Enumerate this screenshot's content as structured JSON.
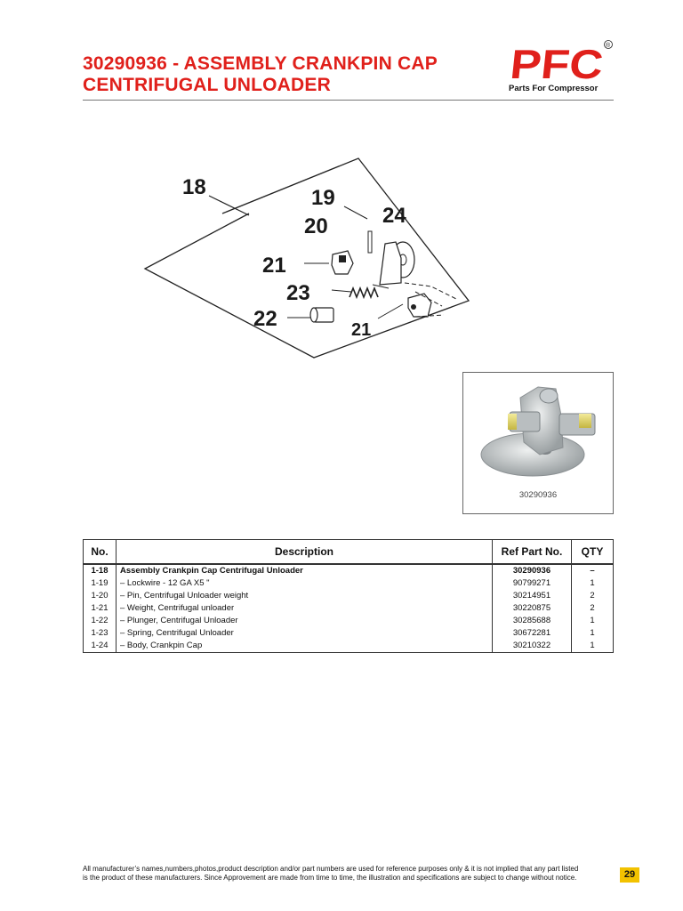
{
  "header": {
    "title_line1": "30290936 - ASSEMBLY CRANKPIN CAP",
    "title_line2": "CENTRIFUGAL UNLOADER",
    "logo_text": "PFC",
    "logo_mark": "®",
    "logo_tagline": "Parts For Compressor"
  },
  "diagram": {
    "callouts": {
      "c18": "18",
      "c19": "19",
      "c20": "20",
      "c24": "24",
      "c21a": "21",
      "c23": "23",
      "c22": "22",
      "c21b": "21"
    }
  },
  "photo": {
    "caption": "30290936"
  },
  "table": {
    "headers": {
      "no": "No.",
      "description": "Description",
      "ref": "Ref Part No.",
      "qty": "QTY"
    },
    "rows": [
      {
        "no": "1-18",
        "description": "Assembly Crankpin Cap Centrifugal Unloader",
        "ref": "30290936",
        "qty": "–"
      },
      {
        "no": "1-19",
        "description": "– Lockwire - 12 GA X5 \"",
        "ref": "90799271",
        "qty": "1"
      },
      {
        "no": "1-20",
        "description": "– Pin, Centrifugal Unloader weight",
        "ref": "30214951",
        "qty": "2"
      },
      {
        "no": "1-21",
        "description": "– Weight, Centrifugal unloader",
        "ref": "30220875",
        "qty": "2"
      },
      {
        "no": "1-22",
        "description": "– Plunger, Centrifugal Unloader",
        "ref": "30285688",
        "qty": "1"
      },
      {
        "no": "1-23",
        "description": "– Spring, Centrifugal Unloader",
        "ref": "30672281",
        "qty": "1"
      },
      {
        "no": "1-24",
        "description": "– Body, Crankpin Cap",
        "ref": "30210322",
        "qty": "1"
      }
    ]
  },
  "footer": {
    "disclaimer_line1": "All manufacturer’s names,numbers,photos,product description and/or part numbers are used for reference purposes only & it is not implied that any part listed",
    "disclaimer_line2": "is the product of these manufacturers.  Since Approvement are made from time to time,  the illustration and specifications are subject to change without notice.",
    "page_number": "29"
  },
  "colors": {
    "brand_red": "#e0201b",
    "page_badge": "#f2c200"
  }
}
